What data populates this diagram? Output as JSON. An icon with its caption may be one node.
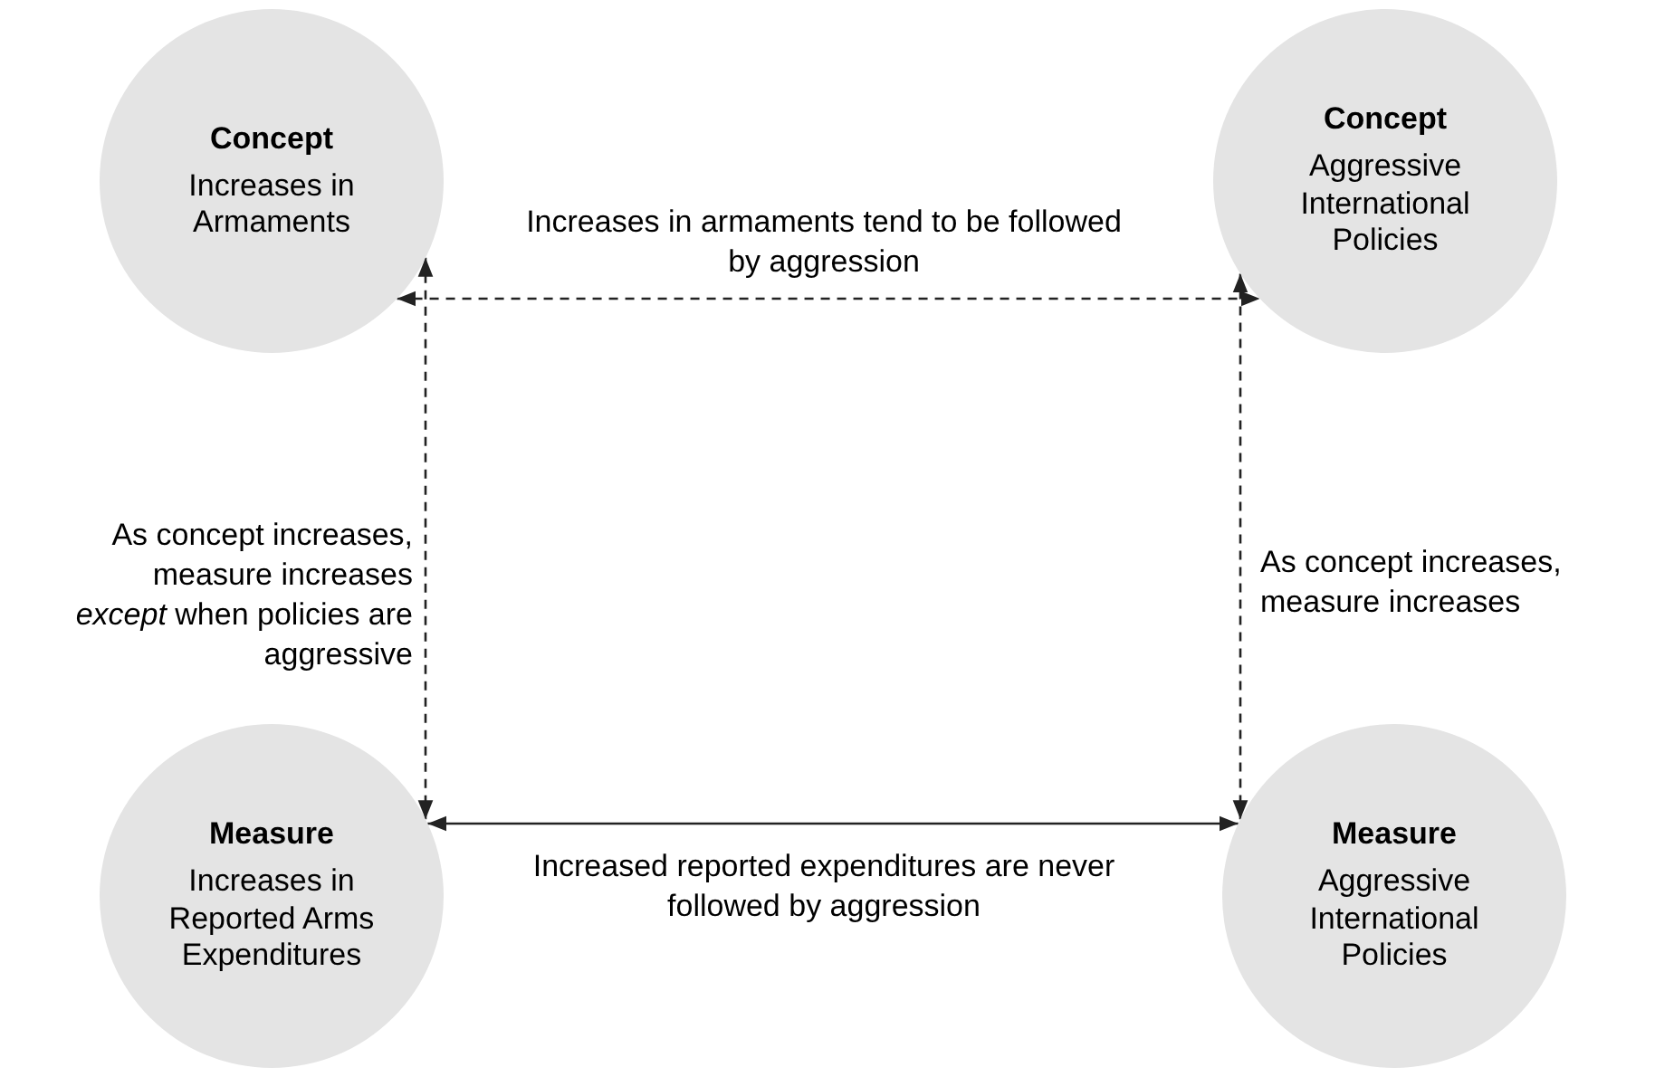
{
  "diagram": {
    "nodes": [
      {
        "text": [
          "Concept",
          "Increases in Armaments"
        ]
      },
      {
        "text": [
          "Concept",
          "Aggressive International Policies"
        ]
      },
      {
        "text": [
          "Measure",
          "Increases in Reported Arms Expenditures"
        ]
      },
      {
        "text": [
          "Measure",
          "Aggressive International Policies"
        ]
      }
    ],
    "edges": [
      {
        "from": 0,
        "to": 1,
        "arrow": "both",
        "style": "dashed",
        "label": "Increases in armaments tend to be followed by aggression"
      },
      {
        "from": 0,
        "to": 2,
        "arrow": "both",
        "style": "dashed",
        "label": "As concept increases, measure increases *except* when policies are aggressive"
      },
      {
        "from": 1,
        "to": 3,
        "arrow": "both",
        "style": "dashed",
        "label": "As concept increases, measure increases"
      },
      {
        "from": 2,
        "to": 3,
        "arrow": "both",
        "label": "Increased reported expenditures are never followed by aggression"
      }
    ]
  }
}
